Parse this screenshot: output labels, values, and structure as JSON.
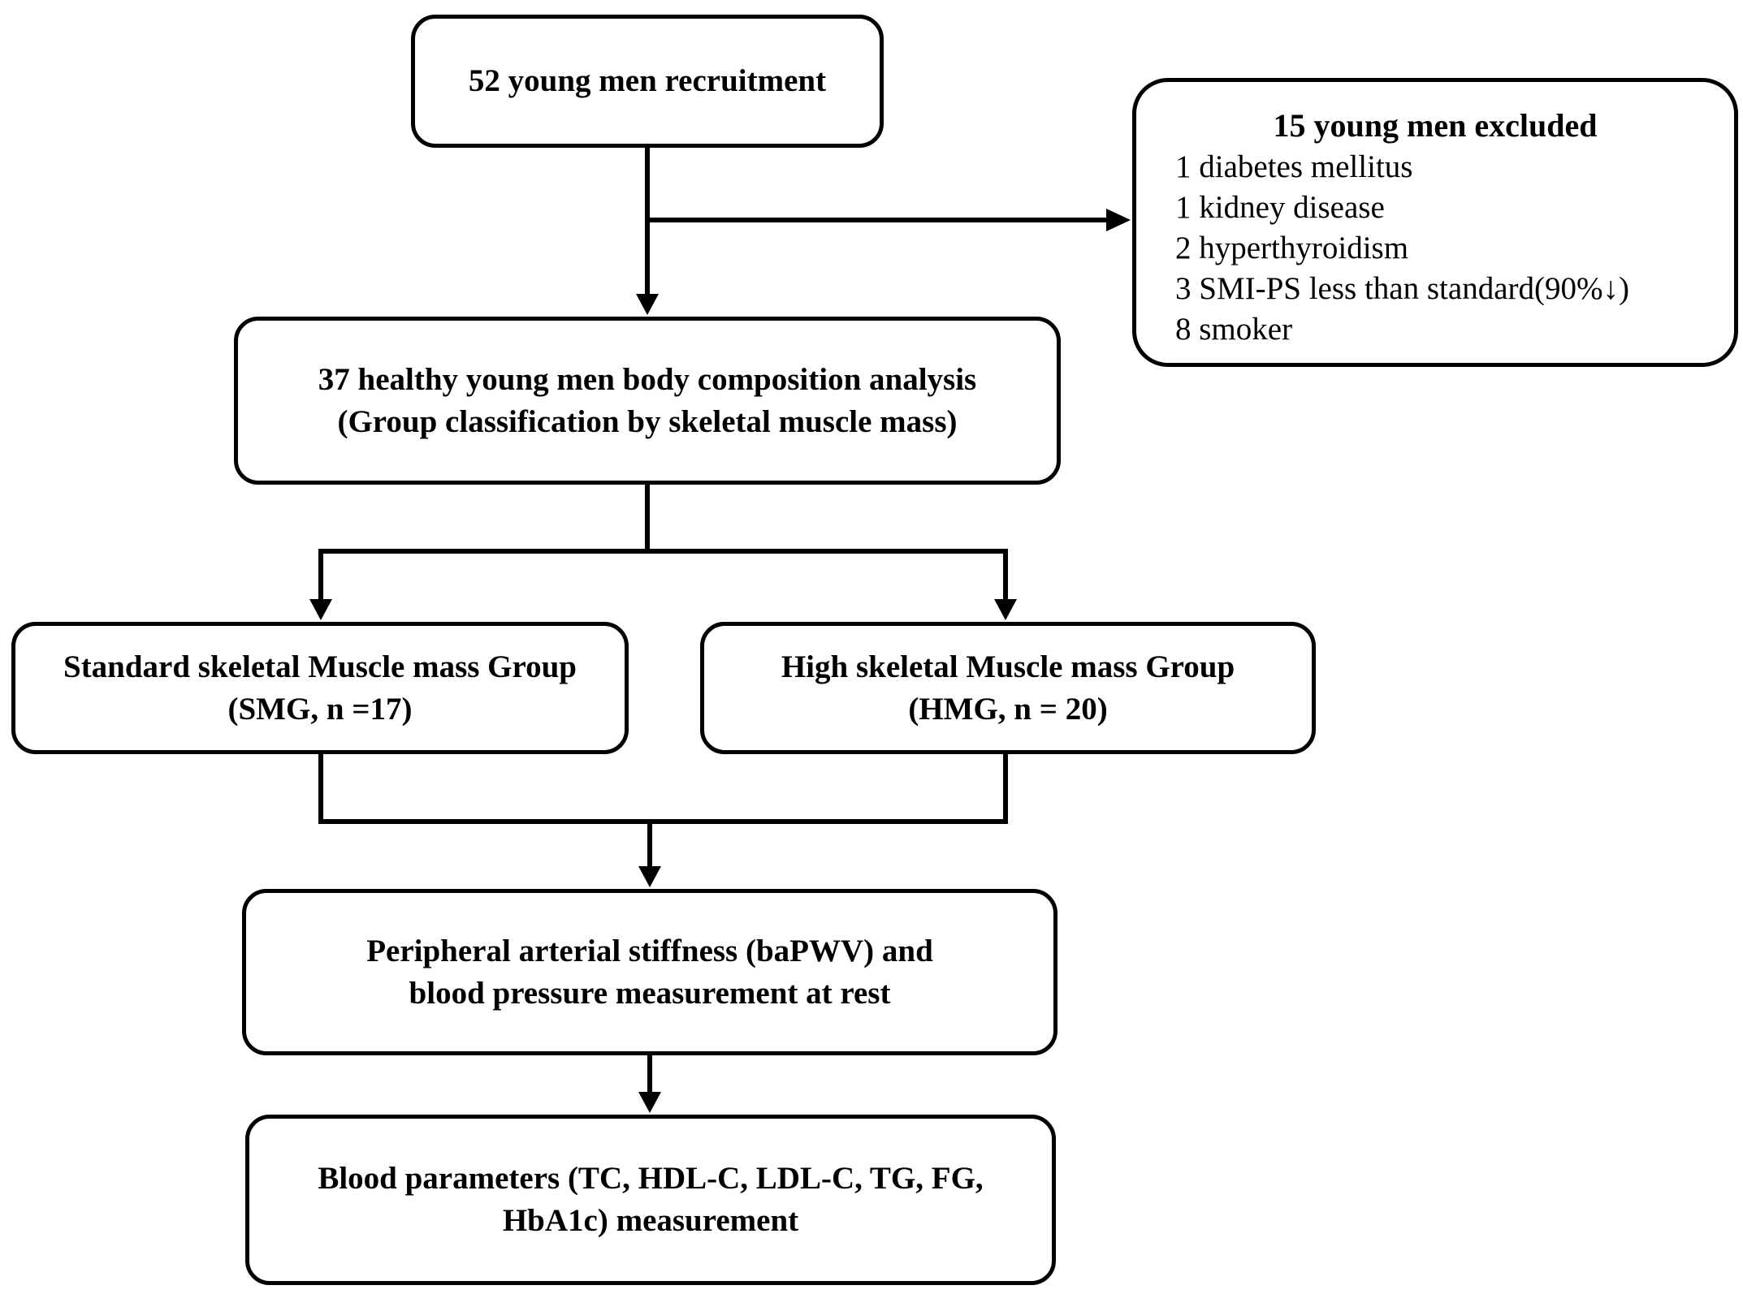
{
  "nodes": {
    "recruitment": {
      "lines": [
        "52 young men recruitment"
      ]
    },
    "excluded": {
      "heading": "15 young men excluded",
      "reasons": [
        "1 diabetes mellitus",
        "1 kidney disease",
        "2 hyperthyroidism",
        "3 SMI-PS less than standard(90%↓)",
        "8 smoker"
      ]
    },
    "analysis": {
      "lines": [
        "37 healthy young men body composition analysis",
        "(Group classification by skeletal muscle mass)"
      ]
    },
    "smg": {
      "lines": [
        "Standard skeletal Muscle mass Group",
        "(SMG, n =17)"
      ]
    },
    "hmg": {
      "lines": [
        "High skeletal Muscle mass Group",
        "(HMG, n = 20)"
      ]
    },
    "stiffness": {
      "lines": [
        "Peripheral arterial stiffness (baPWV) and",
        "blood pressure measurement at rest"
      ]
    },
    "blood": {
      "lines": [
        "Blood parameters (TC, HDL-C, LDL-C, TG, FG,",
        "HbA1c) measurement"
      ]
    }
  },
  "edges": [
    {
      "from": "recruitment",
      "to": "analysis"
    },
    {
      "from": "recruitment",
      "to": "excluded"
    },
    {
      "from": "analysis",
      "to": "smg"
    },
    {
      "from": "analysis",
      "to": "hmg"
    },
    {
      "from": "smg",
      "to": "stiffness"
    },
    {
      "from": "hmg",
      "to": "stiffness"
    },
    {
      "from": "stiffness",
      "to": "blood"
    }
  ],
  "colors": {
    "stroke": "#000000",
    "background": "#ffffff"
  }
}
